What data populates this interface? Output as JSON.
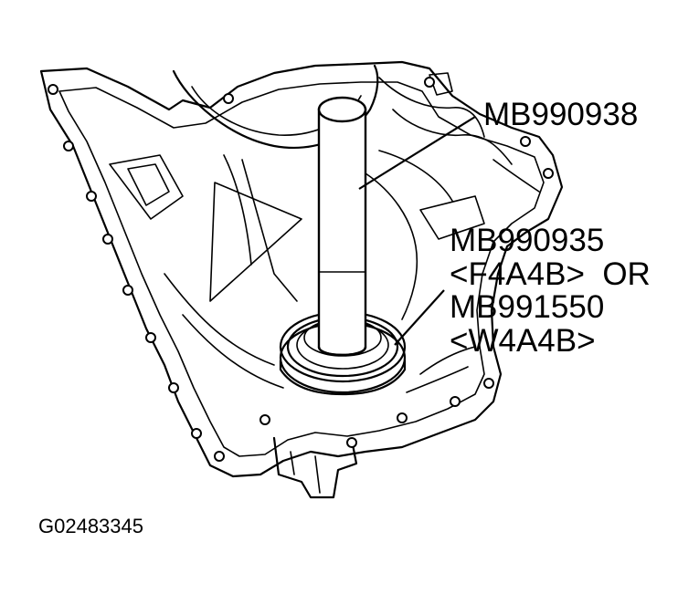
{
  "callouts": {
    "tool_main": "MB990938",
    "tool_alt_line1": "MB990935",
    "tool_alt_line2": "<F4A4B>  OR",
    "tool_alt_line3": "MB991550",
    "tool_alt_line4": "<W4A4B>"
  },
  "figure_id": "G02483345"
}
